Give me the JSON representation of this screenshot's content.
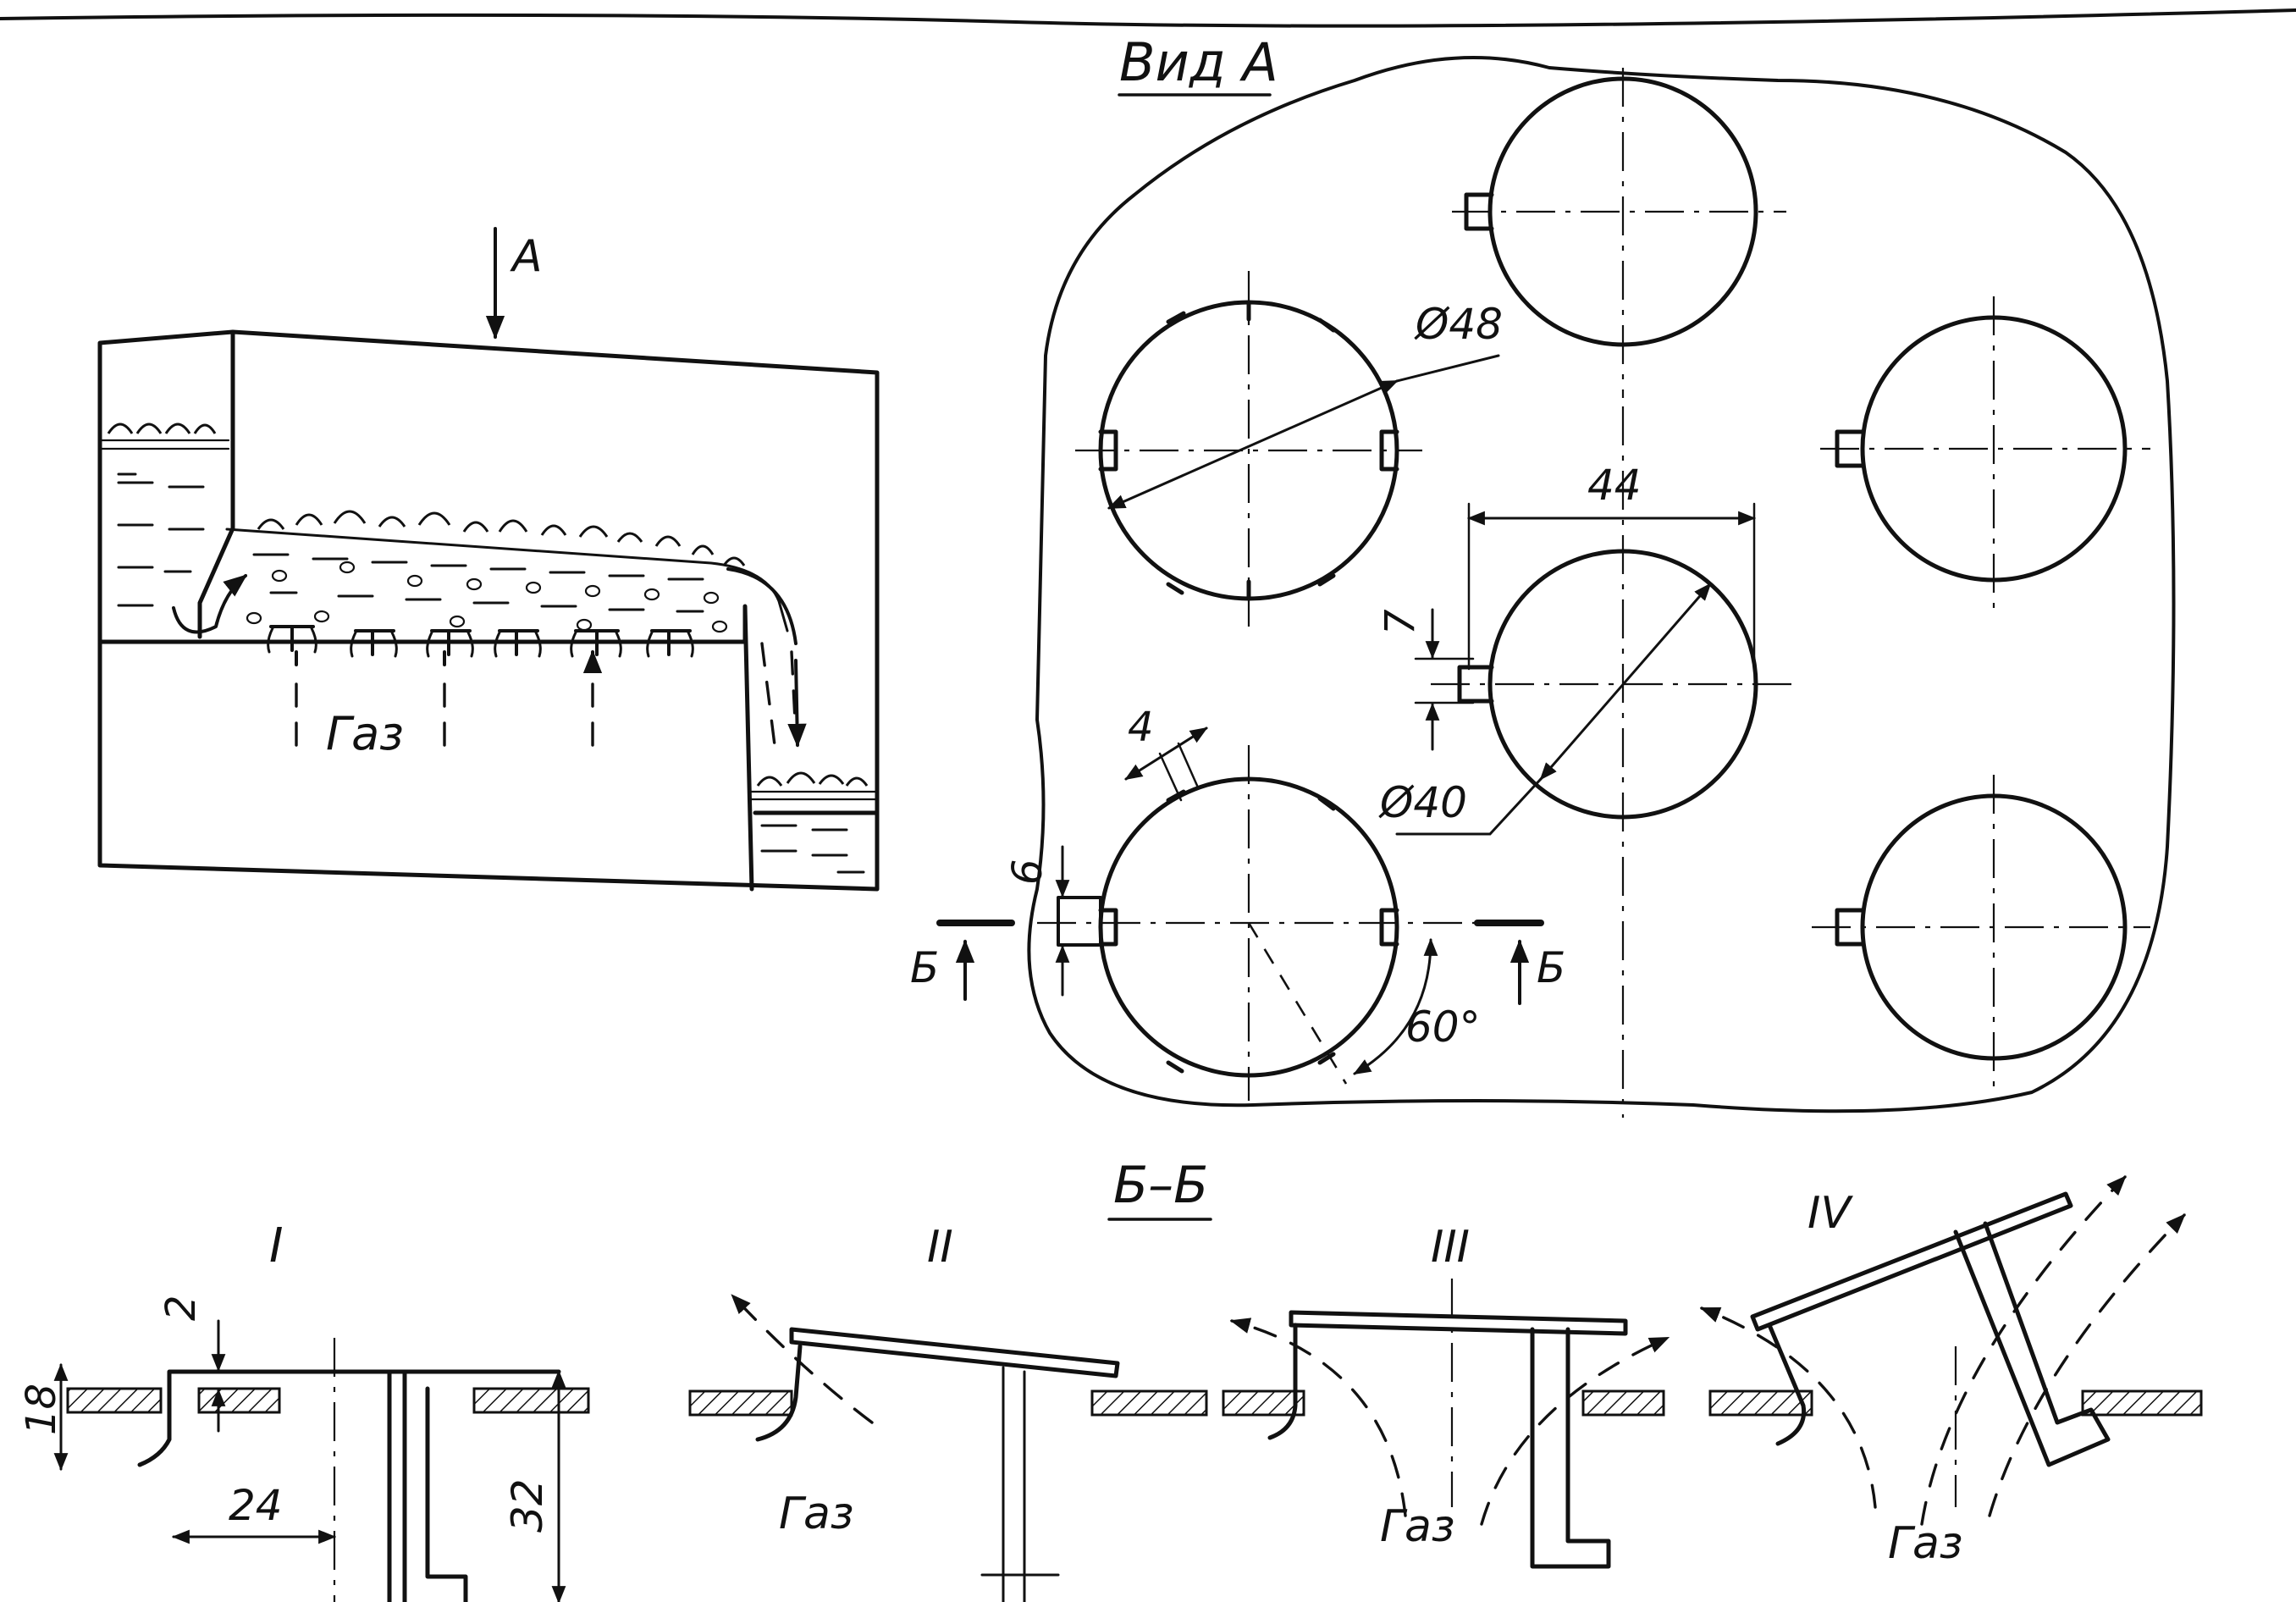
{
  "labels": {
    "view_a_title": "Вид А",
    "section_title": "Б–Б",
    "arrow_a": "А",
    "gas_main": "Газ",
    "gas_ii": "Газ",
    "gas_iii": "Газ",
    "gas_iv": "Газ",
    "section_mark_left": "Б",
    "section_mark_right": "Б",
    "variant_i": "I",
    "variant_ii": "II",
    "variant_iii": "III",
    "variant_iv": "IV"
  },
  "dimensions": {
    "d48": "Ø48",
    "d40": "Ø40",
    "pitch_44": "44",
    "slot_7": "7",
    "tab_4": "4",
    "slot_6": "6",
    "angle_60": "60°",
    "gap_2": "2",
    "height_18": "18",
    "width_24": "24",
    "depth_32": "32"
  }
}
